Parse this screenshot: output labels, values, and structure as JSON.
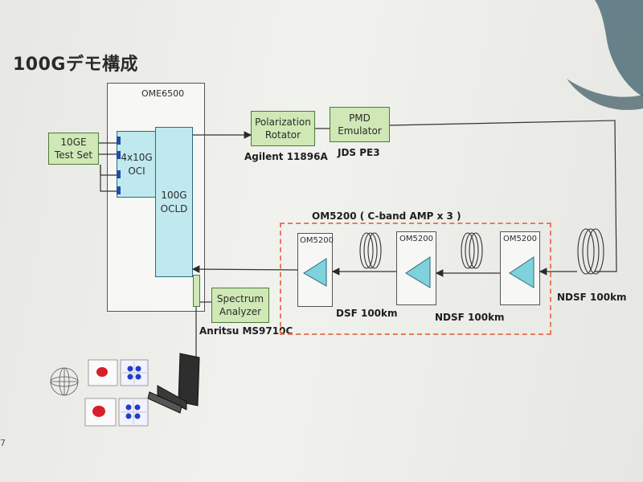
{
  "slide": {
    "title": "100Gデモ構成",
    "page_number": "7"
  },
  "blocks": {
    "test_set": [
      "10GE",
      "Test Set"
    ],
    "ome6500": "OME6500",
    "oci": [
      "4x10G",
      "OCI"
    ],
    "ocld": [
      "100G",
      "OCLD"
    ],
    "polarization_rotator": [
      "Polarization",
      "Rotator"
    ],
    "pmd_emulator": [
      "PMD",
      "Emulator"
    ],
    "spectrum_analyzer": [
      "Spectrum",
      "Analyzer"
    ],
    "om5200_label": "OM5200"
  },
  "labels": {
    "agilent": "Agilent 11896A",
    "jds": "JDS PE3",
    "anritsu": "Anritsu MS9710C",
    "amp_group": "OM5200 ( C-band AMP x 3 )",
    "dsf": "DSF 100km",
    "ndsf_mid": "NDSF 100km",
    "ndsf_right": "NDSF 100km"
  },
  "colors": {
    "green_block": "#cfe8b6",
    "cyan_block": "#bfe9ee",
    "dashed_group": "#e87a5a",
    "port_blue": "#1f4fa8"
  }
}
